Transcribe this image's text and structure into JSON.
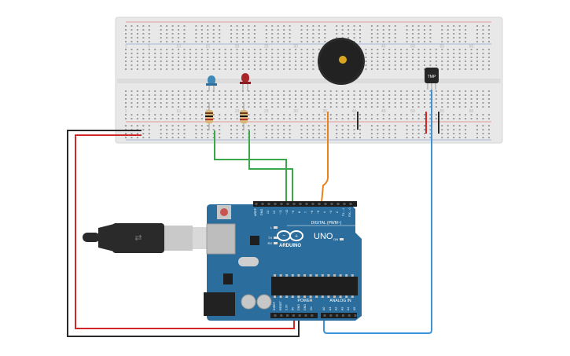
{
  "colors": {
    "breadboard": "#e8e8e8",
    "breadboard_edge": "#d6d6d6",
    "hole": "#9c9c9c",
    "rail_red": "#e05050",
    "rail_blue": "#6a8ccc",
    "arduino_board": "#2b6d9c",
    "arduino_dark": "#1f5578",
    "wire_green": "#3aa84a",
    "wire_orange": "#e8821e",
    "wire_blue": "#3c94d8",
    "wire_red": "#d02828",
    "wire_black": "#2a2a2a",
    "led_blue": "#3f89b8",
    "led_red": "#a8252a",
    "buzzer": "#2a2a2a",
    "usb_cable": "#2a2a2a",
    "usb_plug": "#c9c9c9"
  },
  "breadboard": {
    "column_numbers": [
      "1",
      "5",
      "10",
      "15",
      "20",
      "25",
      "30",
      "35",
      "40",
      "45",
      "50",
      "55",
      "60"
    ]
  },
  "components": {
    "temp_sensor_label": "TMP",
    "led_1_icon": "blue-led-icon",
    "led_2_icon": "red-led-icon",
    "buzzer_icon": "piezo-buzzer-icon"
  },
  "arduino": {
    "brand": "ARDUINO",
    "model": "UNO",
    "digital_header": "DIGITAL (PWM~)",
    "power_header": "POWER",
    "analog_header": "ANALOG IN",
    "digital_pins": [
      "AREF",
      "GND",
      "13",
      "12",
      "~11",
      "~10",
      "~9",
      "8",
      "7",
      "~6",
      "~5",
      "4",
      "~3",
      "2",
      "TX→1",
      "RX←0"
    ],
    "power_pins": [
      "IOREF",
      "RESET",
      "3.3V",
      "5V",
      "GND",
      "GND",
      "Vin"
    ],
    "analog_pins": [
      "A0",
      "A1",
      "A2",
      "A3",
      "A4",
      "A5"
    ],
    "leds": [
      "L",
      "TX",
      "RX",
      "ON"
    ]
  }
}
